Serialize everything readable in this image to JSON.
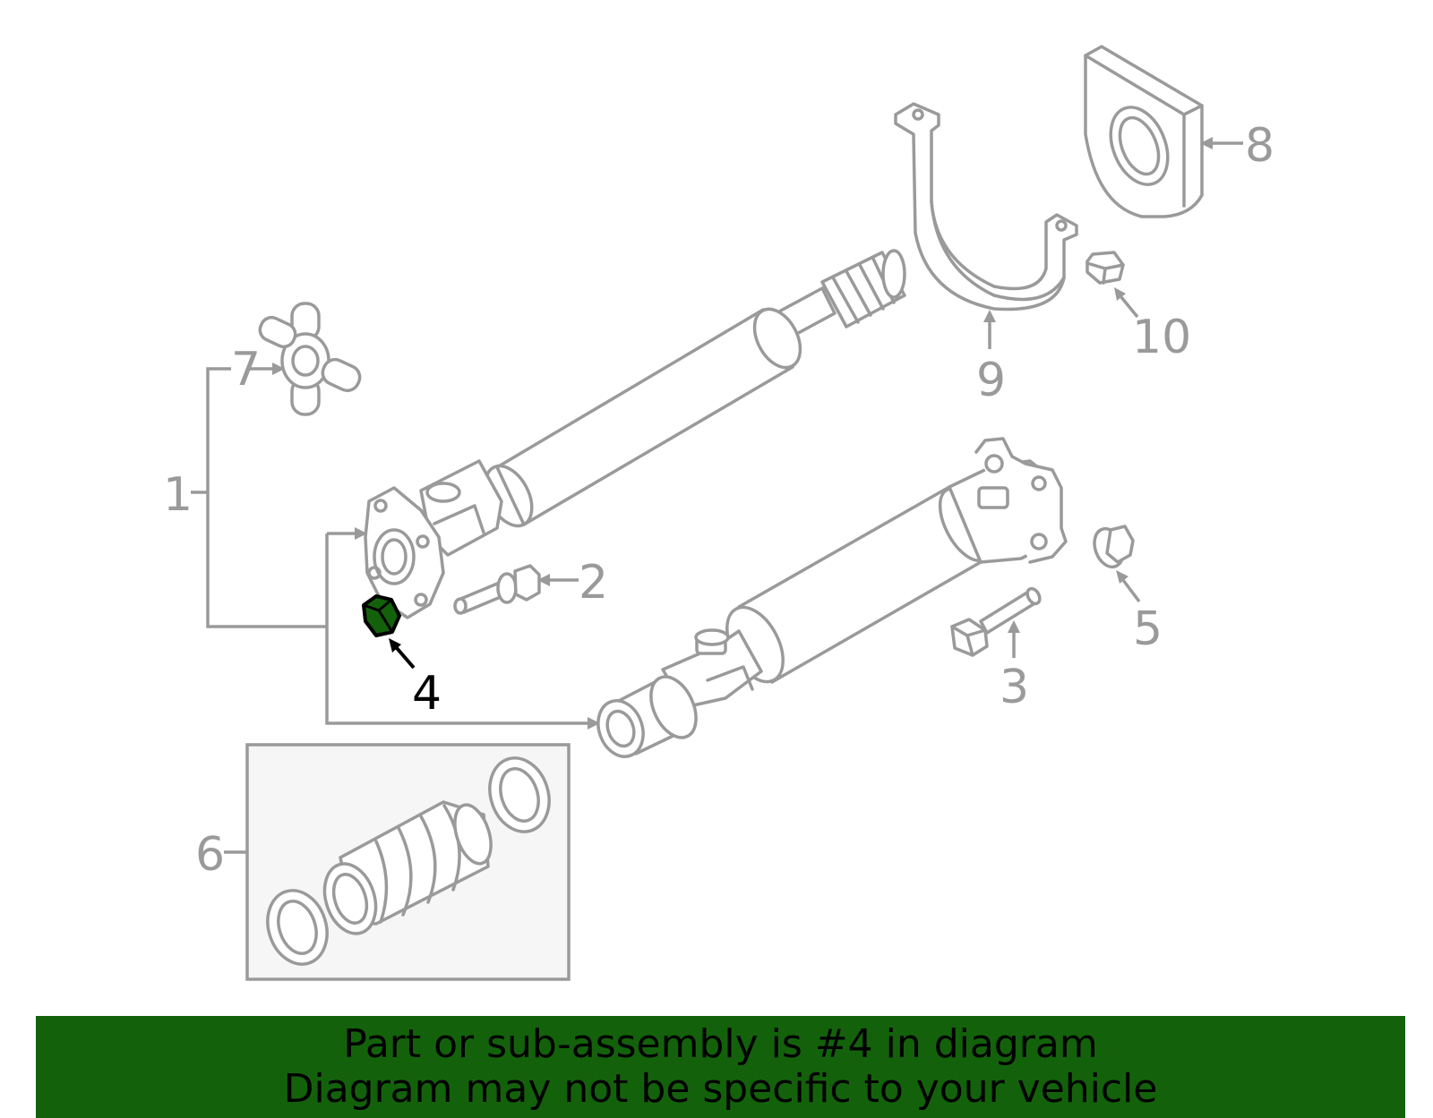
{
  "callouts": [
    {
      "id": "1",
      "label": "1"
    },
    {
      "id": "2",
      "label": "2"
    },
    {
      "id": "3",
      "label": "3"
    },
    {
      "id": "4",
      "label": "4"
    },
    {
      "id": "5",
      "label": "5"
    },
    {
      "id": "6",
      "label": "6"
    },
    {
      "id": "7",
      "label": "7"
    },
    {
      "id": "8",
      "label": "8"
    },
    {
      "id": "9",
      "label": "9"
    },
    {
      "id": "10",
      "label": "10"
    }
  ],
  "highlighted_part": "4",
  "colors": {
    "line": "#9a9a9a",
    "highlight_fill": "#13620b",
    "banner_bg": "#13620b",
    "banner_text": "#000000"
  },
  "banner": {
    "line1": "Part or sub-assembly is #4 in diagram",
    "line2": "Diagram may not be specific to your vehicle"
  }
}
